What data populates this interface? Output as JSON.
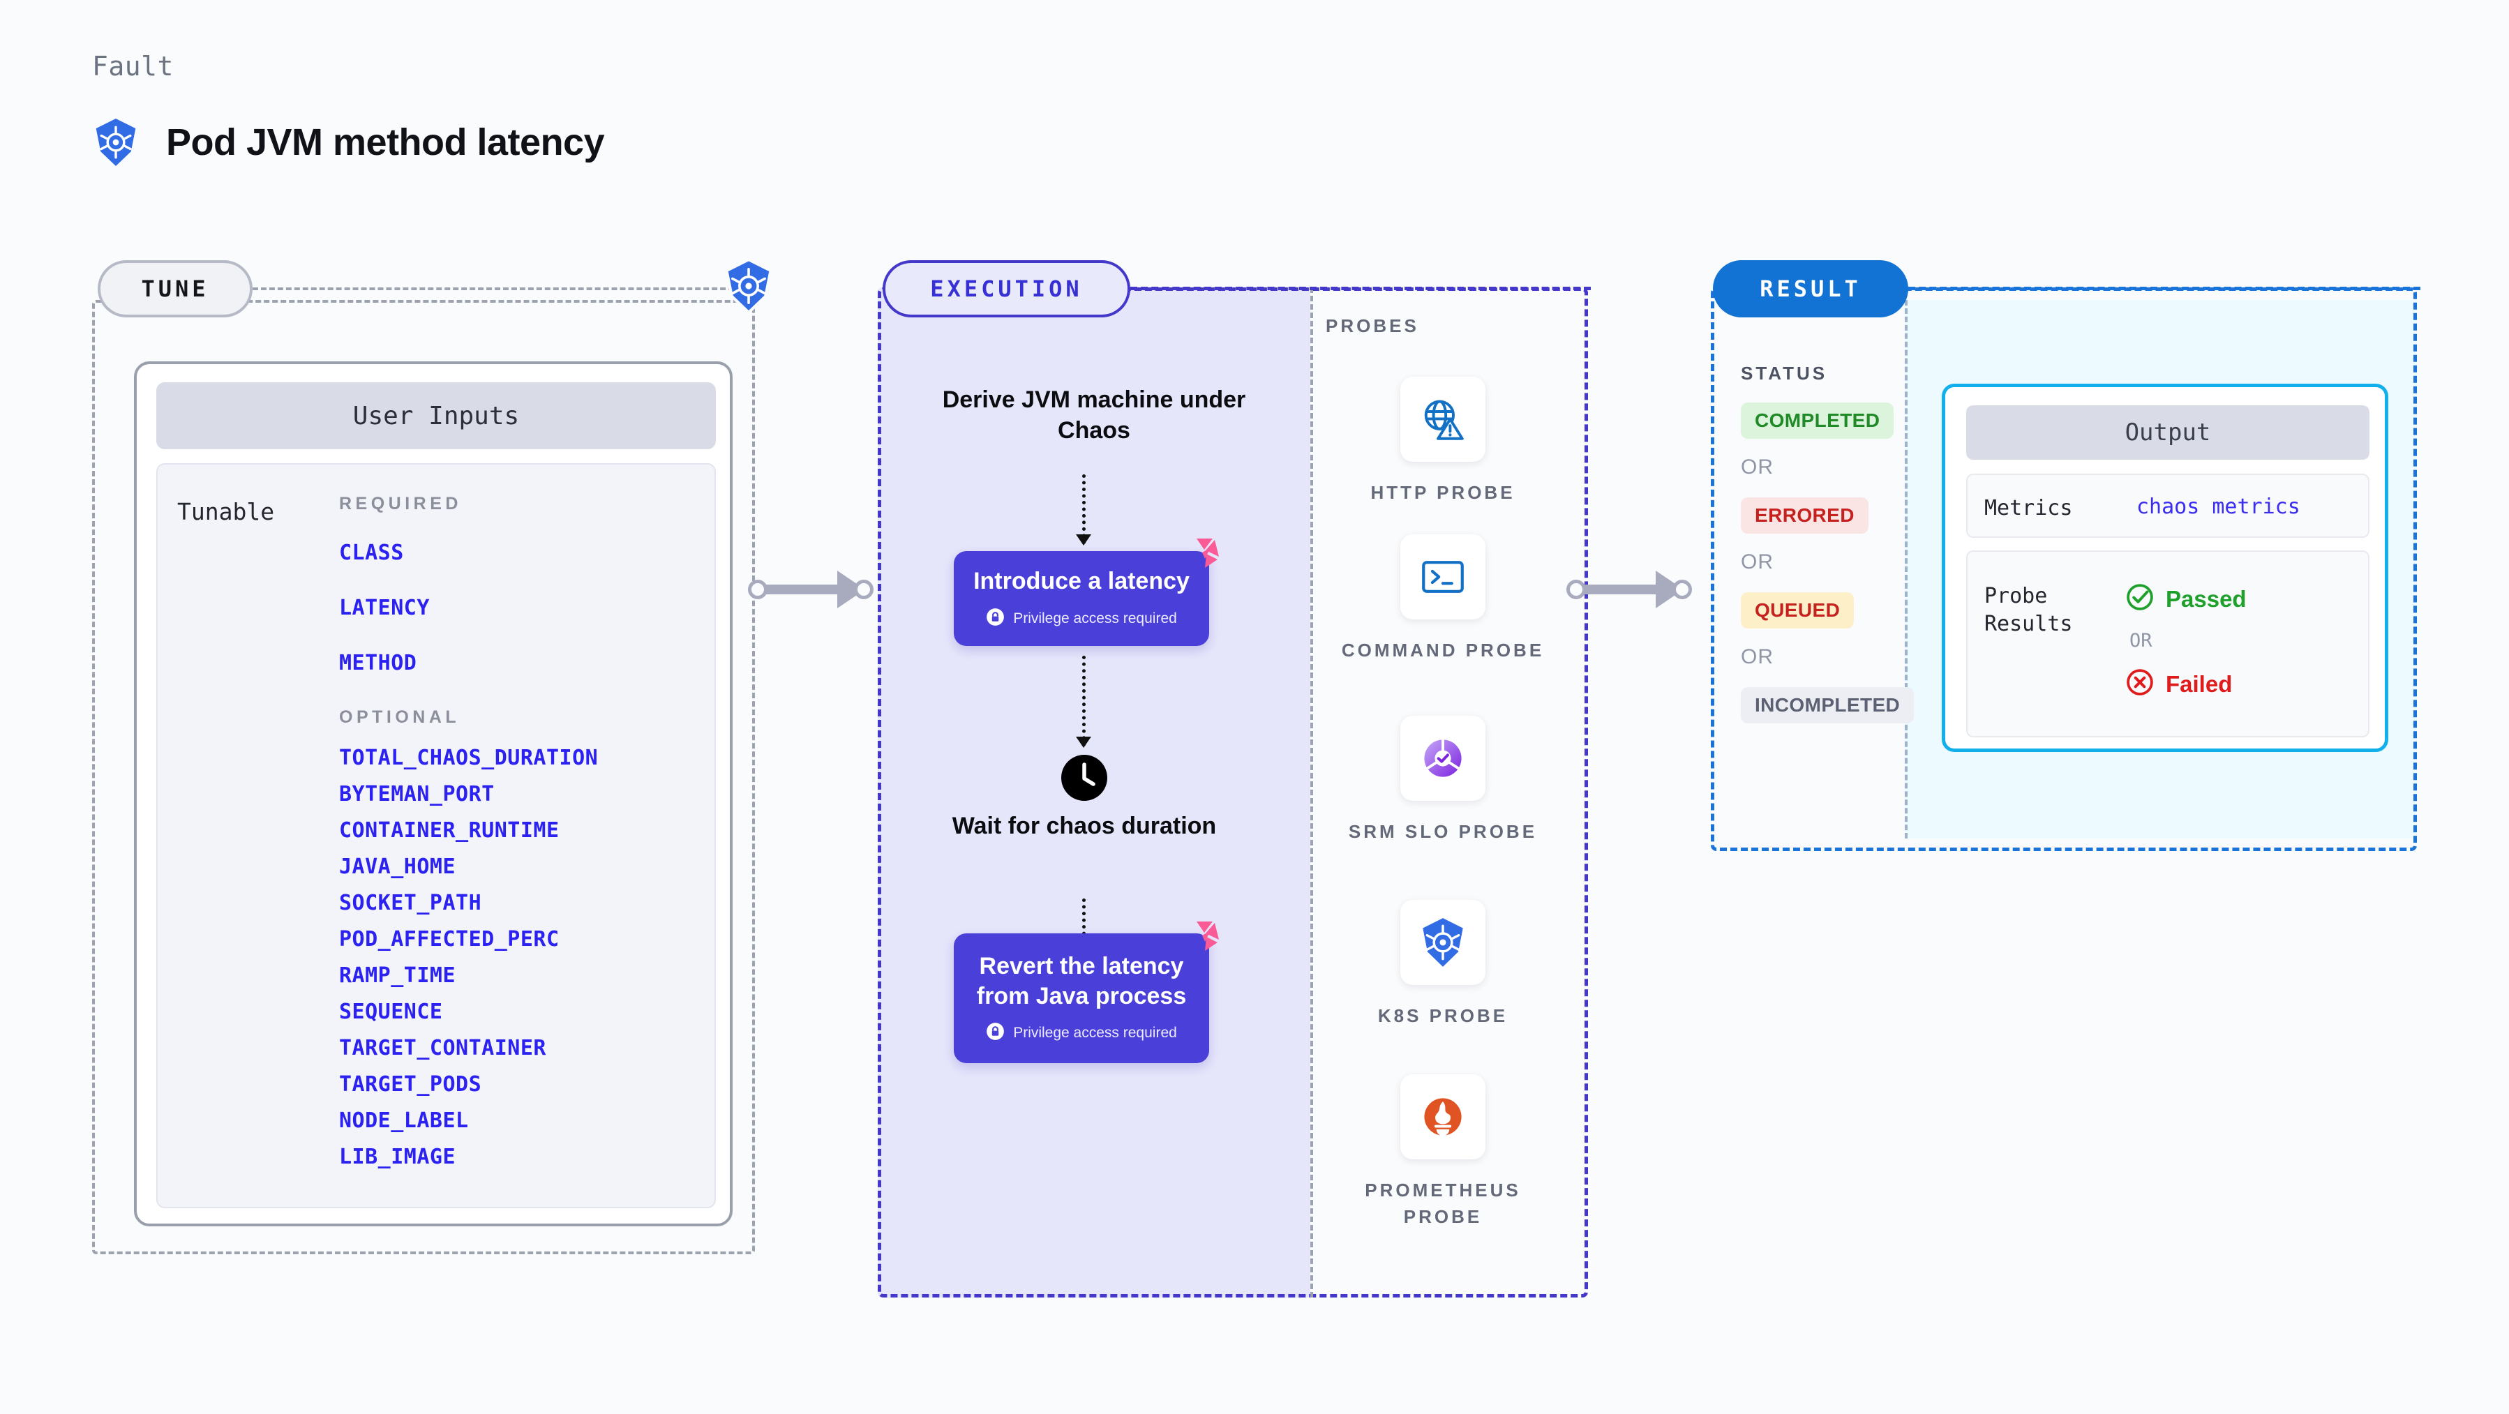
{
  "header": {
    "kicker": "Fault",
    "title": "Pod JVM method latency",
    "icon": "kubernetes-icon"
  },
  "tune": {
    "pill_label": "TUNE",
    "badge_icon": "kubernetes-icon",
    "card_title": "User Inputs",
    "tunable_label": "Tunable",
    "required_label": "REQUIRED",
    "optional_label": "OPTIONAL",
    "required": [
      "CLASS",
      "LATENCY",
      "METHOD"
    ],
    "optional": [
      "TOTAL_CHAOS_DURATION",
      "BYTEMAN_PORT",
      "CONTAINER_RUNTIME",
      "JAVA_HOME",
      "SOCKET_PATH",
      "POD_AFFECTED_PERC",
      "RAMP_TIME",
      "SEQUENCE",
      "TARGET_CONTAINER",
      "TARGET_PODS",
      "NODE_LABEL",
      "LIB_IMAGE"
    ]
  },
  "execution": {
    "pill_label": "EXECUTION",
    "steps": [
      {
        "type": "text",
        "label": "Derive JVM machine under Chaos"
      },
      {
        "type": "card",
        "label": "Introduce a latency",
        "note": "Privilege access required",
        "badge": "harness-logo"
      },
      {
        "type": "text",
        "label": "Wait for chaos duration",
        "icon": "clock-icon"
      },
      {
        "type": "card",
        "label": "Revert the latency from Java process",
        "note": "Privilege access required",
        "badge": "harness-logo"
      }
    ]
  },
  "probes": {
    "title": "PROBES",
    "items": [
      {
        "label": "HTTP PROBE",
        "icon": "globe-warning-icon"
      },
      {
        "label": "COMMAND PROBE",
        "icon": "terminal-icon"
      },
      {
        "label": "SRM SLO PROBE",
        "icon": "srm-slo-icon"
      },
      {
        "label": "K8S PROBE",
        "icon": "kubernetes-icon"
      },
      {
        "label": "PROMETHEUS PROBE",
        "icon": "prometheus-icon"
      }
    ]
  },
  "result": {
    "pill_label": "RESULT",
    "status_title": "STATUS",
    "or_label": "OR",
    "statuses": [
      {
        "label": "COMPLETED",
        "bg": "#dcf3dc",
        "fg": "#1f8a26"
      },
      {
        "label": "ERRORED",
        "bg": "#fbe4e4",
        "fg": "#c5221f"
      },
      {
        "label": "QUEUED",
        "bg": "#fdf0c8",
        "fg": "#c5221f"
      },
      {
        "label": "INCOMPLETED",
        "bg": "#eceef4",
        "fg": "#5b6072"
      }
    ],
    "output": {
      "title": "Output",
      "metrics_key": "Metrics",
      "metrics_value": "chaos metrics",
      "probe_key": "Probe Results",
      "passed_label": "Passed",
      "failed_label": "Failed",
      "or_label": "OR",
      "passed_color": "#1fa02b",
      "failed_color": "#e01b1b"
    }
  },
  "colors": {
    "execution_accent": "#4338ca",
    "result_accent": "#1273d4",
    "param_blue": "#2b21f0",
    "card_purple": "#4a3fd8",
    "harness_pink": "#fa5a96"
  }
}
